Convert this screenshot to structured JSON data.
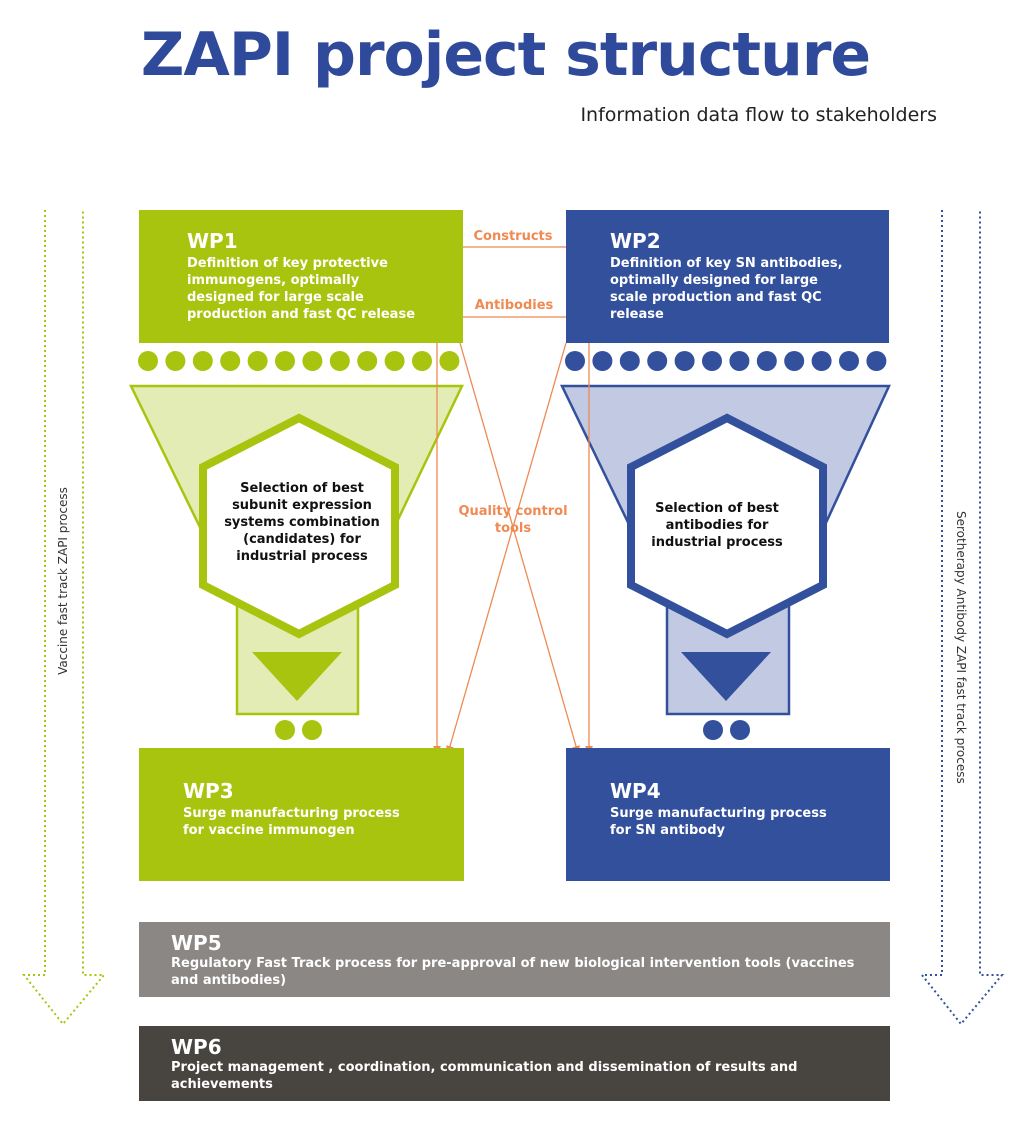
{
  "title": "ZAPI project structure",
  "subtitle": "Information data flow to stakeholders",
  "wp1": {
    "title": "WP1",
    "description": "Definition of key protective immunogens, optimally designed for large scale production and fast QC release"
  },
  "wp2": {
    "title": "WP2",
    "description": "Definition of key SN antibodies, optimally designed for large scale production and fast QC release"
  },
  "wp3": {
    "title": "WP3",
    "description": "Surge manufacturing process for vaccine immunogen"
  },
  "wp4": {
    "title": "WP4",
    "description": "Surge manufacturing process for SN antibody"
  },
  "wp5": {
    "title": "WP5",
    "description": "Regulatory Fast Track process for pre-approval of new biological intervention tools (vaccines and antibodies)"
  },
  "wp6": {
    "title": "WP6",
    "description": "Project management , coordination, communication and dissemination of results and achievements"
  },
  "funnel_left": {
    "text": "Selection of best subunit expression systems combination (candidates) for industrial process"
  },
  "funnel_right": {
    "text": "Selection of best antibodies for industrial process"
  },
  "arrows": {
    "constructs": "Constructs",
    "antibodies": "Antibodies",
    "quality_control": "Quality control tools"
  },
  "side_left": "Vaccine fast track ZAPI process",
  "side_right": "Serotherapy Antibody ZAPI  fast track process",
  "colors": {
    "green": "#a9c40f",
    "light_green": "#e3ecb4",
    "blue": "#32509c",
    "light_blue": "#c2c9e2",
    "orange": "#ee8a52",
    "title_blue": "#2f4a9a",
    "wp5_gray": "#8a8785",
    "wp6_dark": "#48443f"
  }
}
